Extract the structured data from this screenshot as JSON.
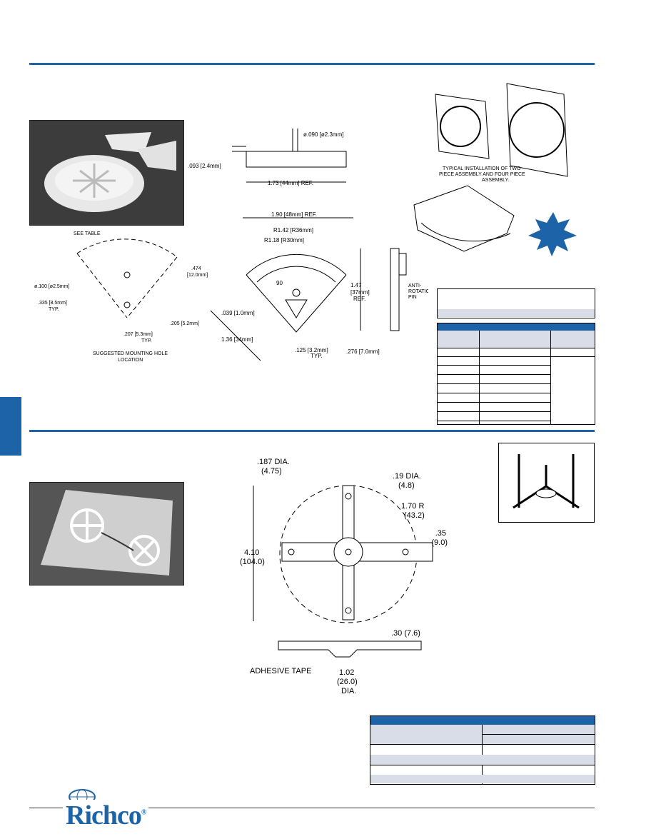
{
  "colors": {
    "accent": "#1d63a8",
    "light": "#d9dde8"
  },
  "brand": {
    "logo_text": "Richco",
    "registered": "®"
  },
  "section1": {
    "dims_top": {
      "pin": "ø.090 [ø2.3mm]",
      "thickness": ".093 [2.4mm]",
      "width": "1.73 [44mm] REF."
    },
    "dims_front": {
      "width": "1.90 [48mm] REF.",
      "r_outer": "R1.42 [R36mm]",
      "r_inner": "R1.18 [R30mm]",
      "angle": "90",
      "rib": ".039 [1.0mm]",
      "side": "1.36 [34mm]",
      "pin": ".125 [3.2mm]",
      "typ": "TYP."
    },
    "dims_side": {
      "height": "1.47",
      "height_mm": "[37mm]",
      "ref": "REF.",
      "depth": ".276 [7.0mm]",
      "pin_note": "ANTI-\nROTATION\nPIN"
    },
    "mount": {
      "see_table": "SEE TABLE",
      "hole": "ø.100 [ø2.5mm]",
      "d1": ".335 [8.5mm]",
      "d1_typ": "TYP.",
      "d2": ".474",
      "d2_mm": "[12.0mm]",
      "d3": ".205 [5.2mm]",
      "d4": ".207 [5.3mm]",
      "d4_typ": "TYP.",
      "caption1": "SUGGESTED MOUNTING HOLE",
      "caption2": "LOCATION"
    },
    "install_caption": [
      "TYPICAL INSTALLATION OF TWO",
      "PIECE ASSEMBLY AND FOUR PIECE",
      "ASSEMBLY."
    ],
    "table_rows": 8
  },
  "section2": {
    "dims": {
      "hole_dia": ".187 DIA.",
      "hole_dia_mm": "(4.75)",
      "center_dia": ".19 DIA.",
      "center_dia_mm": "(4.8)",
      "radius": "1.70 R",
      "radius_mm": "(43.2)",
      "arm": ".35",
      "arm_mm": "(9.0)",
      "height": "4.10",
      "height_mm": "(104.0)",
      "thick": ".30 (7.6)",
      "tape": "ADHESIVE TAPE",
      "base": "1.02",
      "base_mm": "(26.0)",
      "base_dia": "DIA."
    }
  }
}
